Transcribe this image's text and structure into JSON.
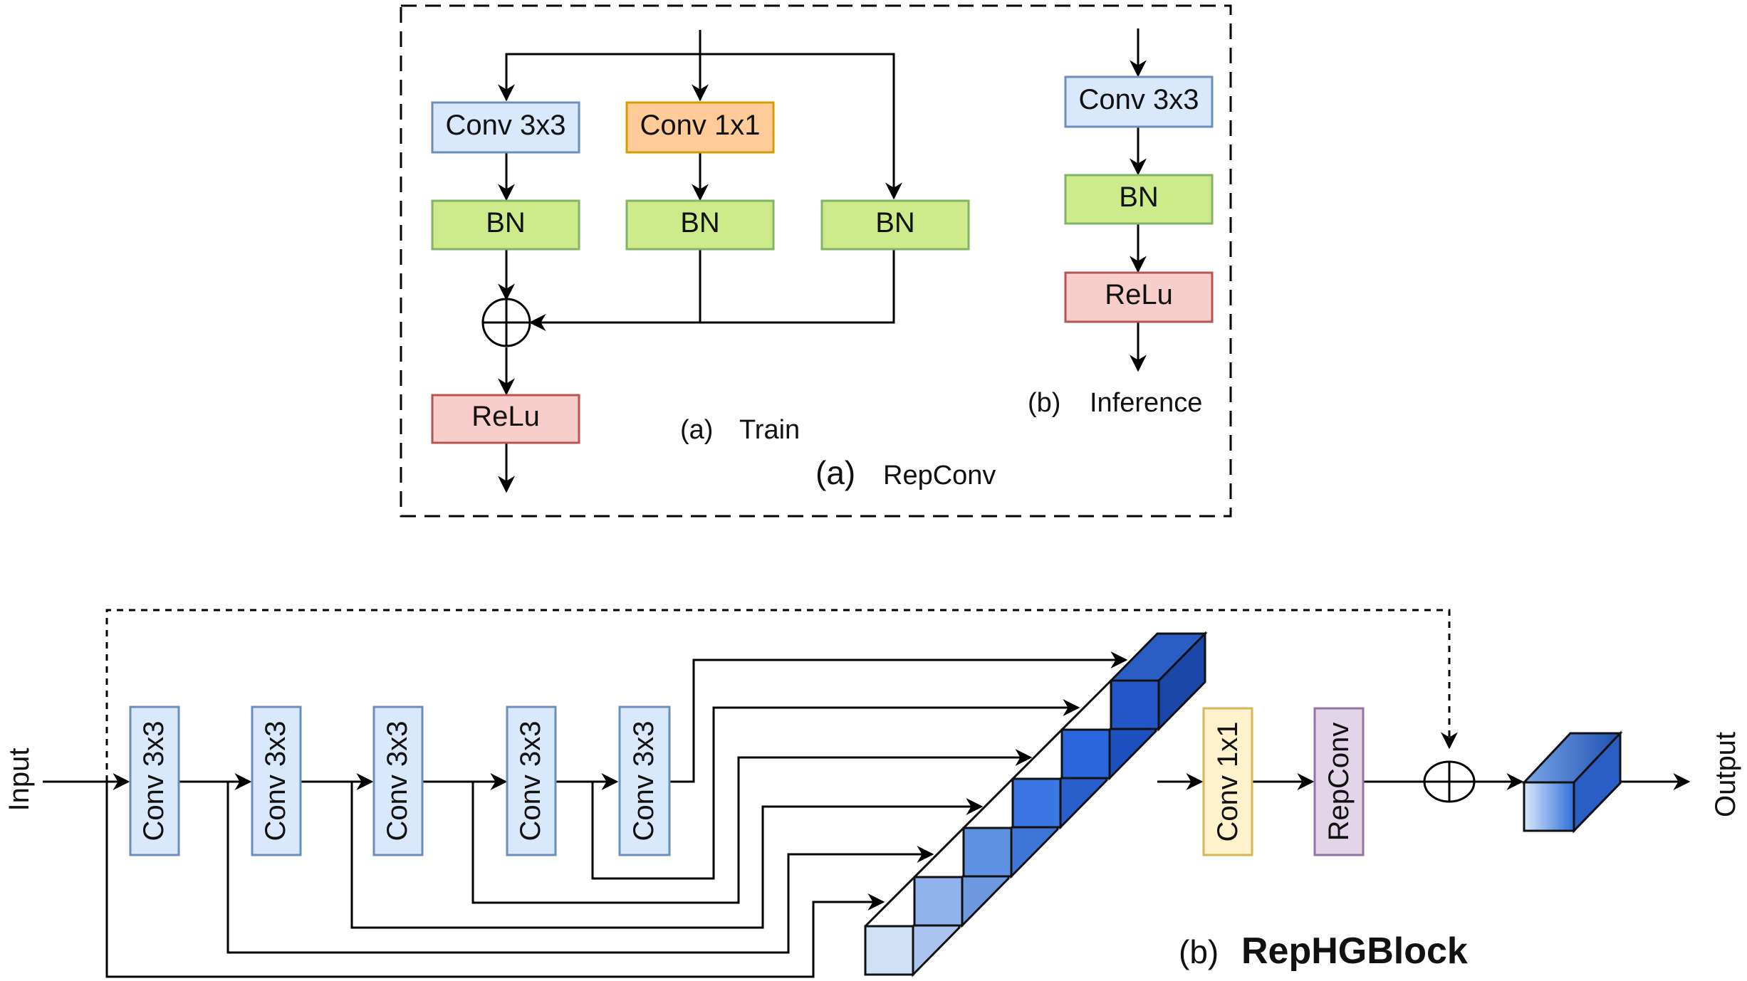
{
  "top": {
    "train": {
      "conv3": "Conv 3x3",
      "conv1": "Conv 1x1",
      "bn_a": "BN",
      "bn_b": "BN",
      "bn_c": "BN",
      "relu": "ReLu",
      "caption_letter": "(a)",
      "caption_word": "Train"
    },
    "inference": {
      "conv": "Conv 3x3",
      "bn": "BN",
      "relu": "ReLu",
      "caption_letter": "(b)",
      "caption_word": "Inference"
    },
    "caption_letter": "(a)",
    "caption_word": "RepConv"
  },
  "bottom": {
    "input_label": "Input",
    "output_label": "Output",
    "conv_blocks": [
      "Conv 3x3",
      "Conv 3x3",
      "Conv 3x3",
      "Conv 3x3",
      "Conv 3x3"
    ],
    "conv1": "Conv 1x1",
    "repconv": "RepConv",
    "caption_letter": "(b)",
    "caption_word": "RepHGBlock"
  },
  "colors": {
    "conv3_fill": "#dae8fc",
    "conv3_stroke": "#6c8ebf",
    "conv1_fill": "#ffcc99",
    "conv1_stroke": "#d79b00",
    "bn_fill": "#cdeb8b",
    "bn_stroke": "#82b366",
    "relu_fill": "#f8cecc",
    "relu_stroke": "#b85450",
    "conv1b_fill": "#fff2cc",
    "conv1b_stroke": "#d6b656",
    "repconv_fill": "#e1d5e7",
    "repconv_stroke": "#9673a6"
  }
}
